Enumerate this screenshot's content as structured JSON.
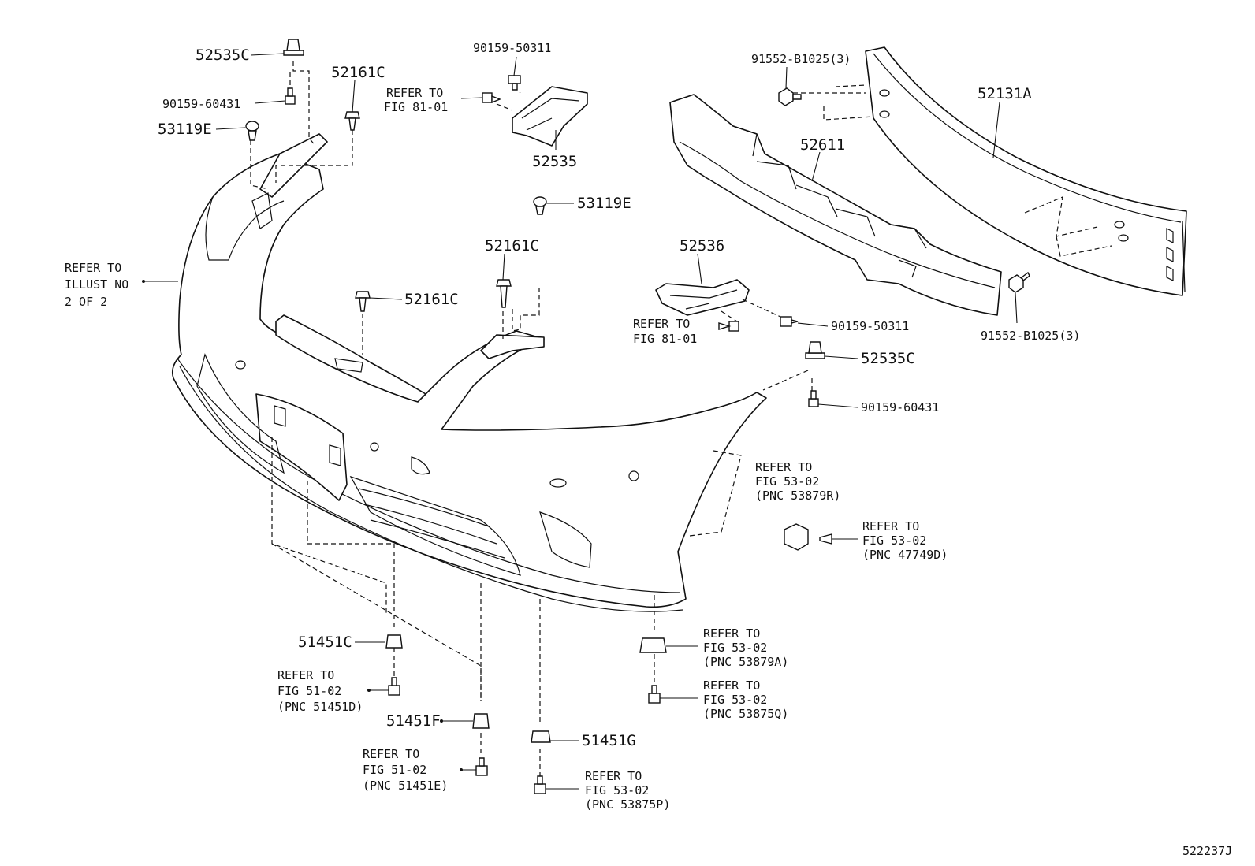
{
  "diagram_id": "522237J",
  "callouts": {
    "c_52535C_top": "52535C",
    "c_90159_60431_top": "90159-60431",
    "c_53119E_top": "53119E",
    "c_52161C_top": "52161C",
    "c_90159_50311_top": "90159-50311",
    "c_52535": "52535",
    "c_91552_top": "91552-B1025(3)",
    "c_52131A": "52131A",
    "c_52611": "52611",
    "c_52161C_mid": "52161C",
    "c_53119E_mid": "53119E",
    "c_52161C_left": "52161C",
    "c_52536": "52536",
    "c_90159_50311_mid": "90159-50311",
    "c_91552_bottom": "91552-B1025(3)",
    "c_52535C_mid": "52535C",
    "c_90159_60431_mid": "90159-60431",
    "c_51451C": "51451C",
    "c_51451F": "51451F",
    "c_51451G": "51451G"
  },
  "references": {
    "fig8101_top": [
      "REFER TO",
      "FIG 81-01"
    ],
    "illust": [
      "REFER TO",
      "ILLUST NO",
      "2 OF 2"
    ],
    "fig8101_mid": [
      "REFER TO",
      "FIG 81-01"
    ],
    "fig5302_53879R": [
      "REFER TO",
      "FIG 53-02",
      "(PNC 53879R)"
    ],
    "fig5302_47749D": [
      "REFER TO",
      "FIG 53-02",
      "(PNC 47749D)"
    ],
    "fig5302_53879A": [
      "REFER TO",
      "FIG 53-02",
      "(PNC 53879A)"
    ],
    "fig5302_53875Q": [
      "REFER TO",
      "FIG 53-02",
      "(PNC 53875Q)"
    ],
    "fig5102_51451D": [
      "REFER TO",
      "FIG 51-02",
      "(PNC 51451D)"
    ],
    "fig5102_51451E": [
      "REFER TO",
      "FIG 51-02",
      "(PNC 51451E)"
    ],
    "fig5302_53875P": [
      "REFER TO",
      "FIG 53-02",
      "(PNC 53875P)"
    ]
  },
  "icons": [
    "bolt-icon",
    "clip-icon",
    "nut-icon",
    "screw-icon",
    "retainer-icon"
  ]
}
